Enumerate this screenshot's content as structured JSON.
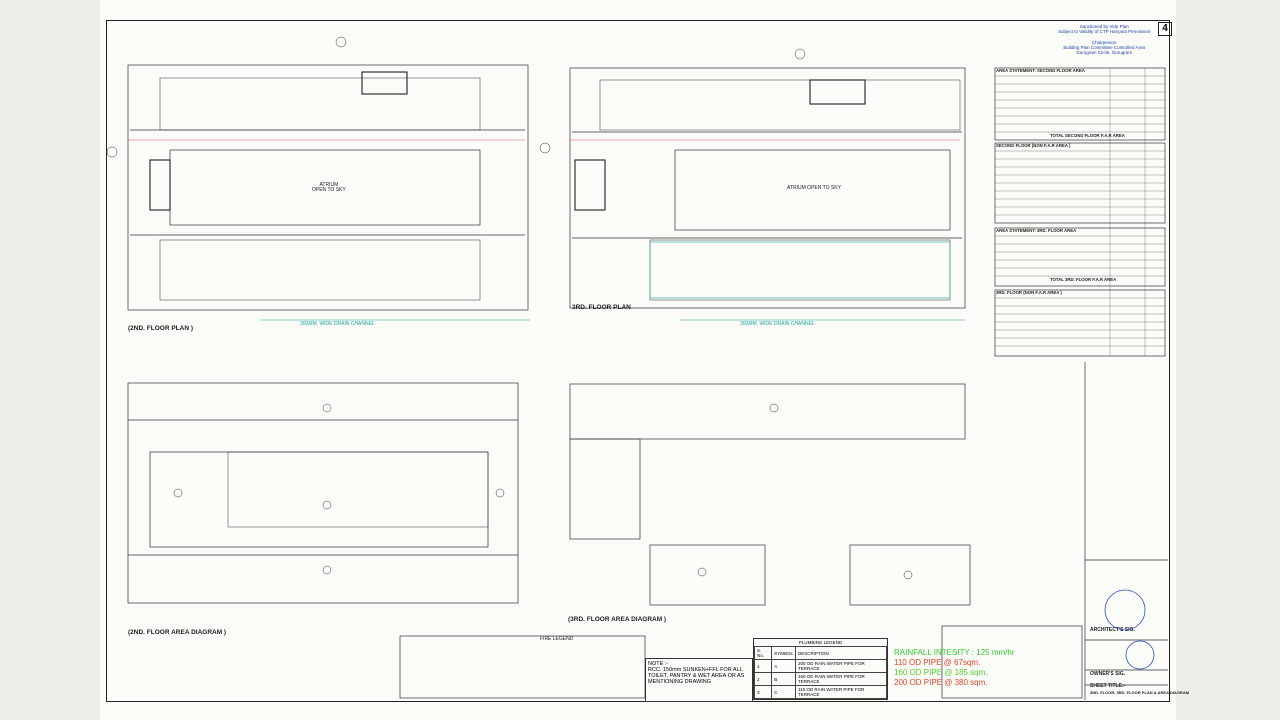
{
  "sheet": {
    "number": "4"
  },
  "plans": {
    "second_floor_plan": "(2ND. FLOOR PLAN )",
    "third_floor_plan": "3RD. FLOOR PLAN",
    "second_floor_area": "(2ND. FLOOR AREA DIAGRAM )",
    "third_floor_area": "(3RD. FLOOR AREA DIAGRAM )",
    "atrium": "ATRIUM\nOPEN TO SKY",
    "atrium_3rd": "ATRIUM OPEN TO SKY",
    "drain": "300MM. WIDE DRAIN CHANNEL"
  },
  "stamp": {
    "line1": "Sanctioned by Vide Plan",
    "line2": "Subject to Validity of CTP Haryana Permission",
    "line3": "Chairperson",
    "line4": "Building Plan Committee Controlled Area",
    "line5": "Gurugram Circle, Gurugram"
  },
  "area_tables": [
    {
      "title": "AREA STATEMENT: SECOND FLOOR AREA",
      "total": "TOTAL SECOND FLOOR F.A.R AREA"
    },
    {
      "title": "SECOND FLOOR (NON F.A.R AREA )"
    },
    {
      "title": "AREA STATEMENT: 3RD. FLOOR AREA",
      "total": "TOTAL 3RD. FLOOR F.A.R AREA"
    },
    {
      "title": "3RD. FLOOR (NON F.A.R AREA )"
    }
  ],
  "plumbing": {
    "title": "PLUMBING LEGEND",
    "headers": [
      "S. No.",
      "SYMBOL",
      "DESCRIPTION"
    ],
    "rows": [
      {
        "no": "1",
        "sym": "A",
        "desc": "200 OD RAIN WATER PIPE FOR TERRACE"
      },
      {
        "no": "2",
        "sym": "B",
        "desc": "160 OD RAIN WATER PIPE FOR TERRACE"
      },
      {
        "no": "3",
        "sym": "C",
        "desc": "110 OD RAIN WATER PIPE FOR TERRACE"
      }
    ]
  },
  "note": {
    "title": "NOTE :-",
    "body": "RCC. 150mm SUNKEN+FFL FOR ALL TOILET, PANTRY & WET AREA OR AS MENTIONING DRAWING"
  },
  "rainfall": {
    "title": "RAINFALL INTESITY : 125 mm/hr",
    "l1": "110 OD PIPE @ 67sqm.",
    "l2": "160 OD PIPE @ 185 sqm.",
    "l3": "200 OD PIPE @ 380 sqm.",
    "colors": {
      "title": "#33cc33",
      "l1": "#e0442a",
      "l2": "#55cc33",
      "l3": "#e0442a"
    }
  },
  "signatures": {
    "architect": "ARCHITECT'S SIG.",
    "owner": "OWNER'S SIG.",
    "sheet_title": "SHEET TITLE:-",
    "sheet_title_value": "3ND. FLOOR, 3RD. FLOOR PLAN & AREA DIAGRAM"
  },
  "legend_title": "FIRE LEGEND"
}
